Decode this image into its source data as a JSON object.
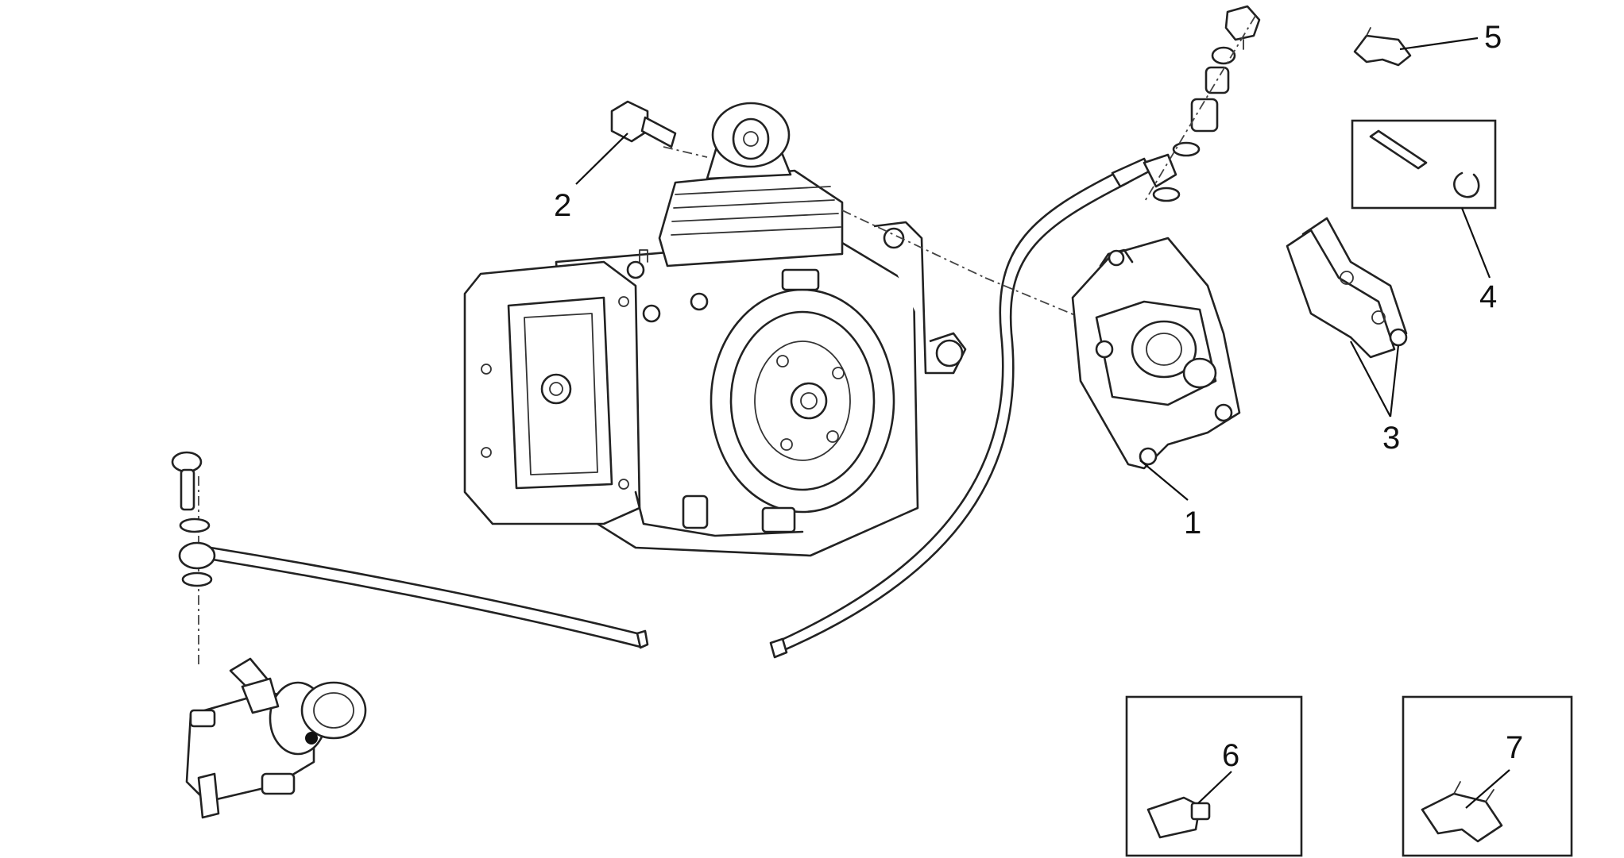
{
  "callouts": {
    "c1": "1",
    "c2": "2",
    "c3": "3",
    "c4": "4",
    "c5": "5",
    "c6": "6",
    "c7": "7"
  },
  "icons": {
    "engine": "engine-assembly-icon",
    "caliper": "brake-caliper-icon",
    "master_cylinder": "master-cylinder-icon",
    "hose": "brake-hose-icon"
  },
  "colors": {
    "line": "#222222",
    "background": "#ffffff"
  }
}
